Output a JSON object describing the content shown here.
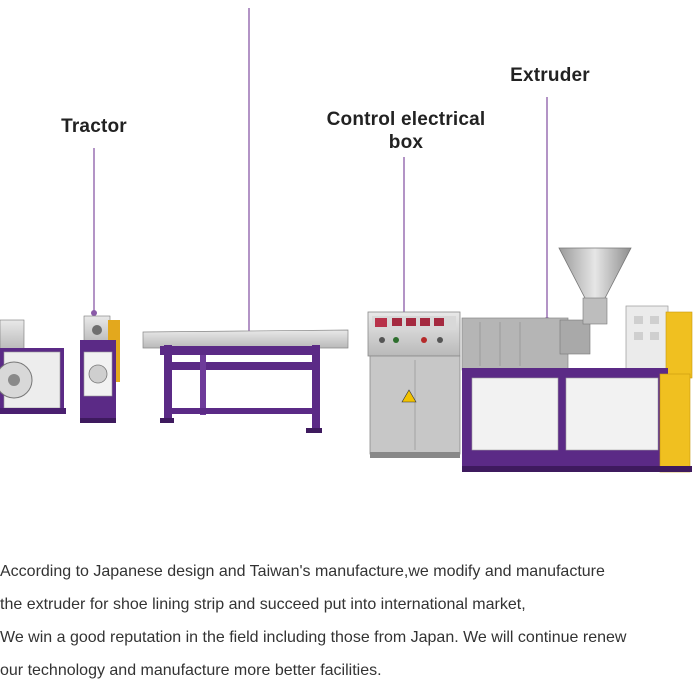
{
  "labels": {
    "tractor": "Tractor",
    "control_box_line1": "Control electrical",
    "control_box_line2": "box",
    "extruder": "Extruder"
  },
  "description": {
    "line1": "According to Japanese design and Taiwan's manufacture,we modify and manufacture",
    "line2": "the extruder for shoe lining strip and succeed put into international market,",
    "line3": "We win a good reputation in the field including those from Japan. We will continue renew",
    "line4": "our technology and manufacture more better facilities."
  },
  "colors": {
    "machine_frame": "#5b2a86",
    "leader_line": "#8a5aa8",
    "cabinet_gray": "#c9c9c9",
    "extruder_yellow": "#f0c020"
  }
}
